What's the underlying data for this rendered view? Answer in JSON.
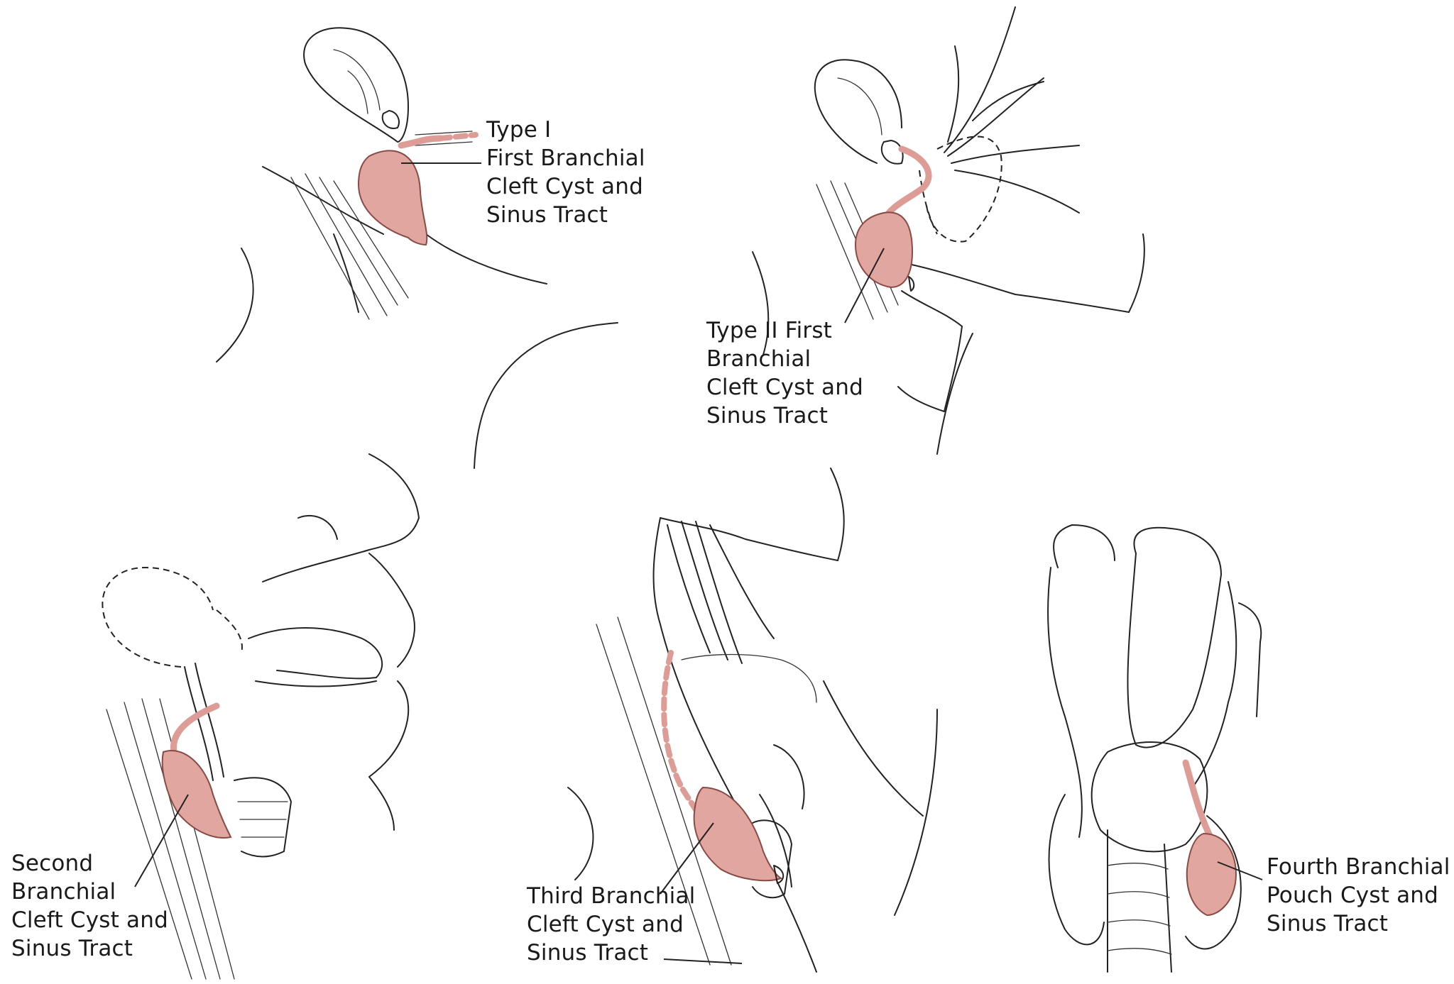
{
  "labels": {
    "type1": "Type I\nFirst Branchial\nCleft Cyst and\nSinus Tract",
    "type2": "Type II First\nBranchial\nCleft Cyst and\nSinus Tract",
    "second": "Second\nBranchial\nCleft Cyst and\nSinus Tract",
    "third": "Third Branchial\nCleft Cyst and\nSinus Tract",
    "fourth": "Fourth Branchial\nPouch Cyst and\nSinus Tract"
  },
  "colors": {
    "cyst": "#e2a6a0",
    "outline": "#222222"
  }
}
